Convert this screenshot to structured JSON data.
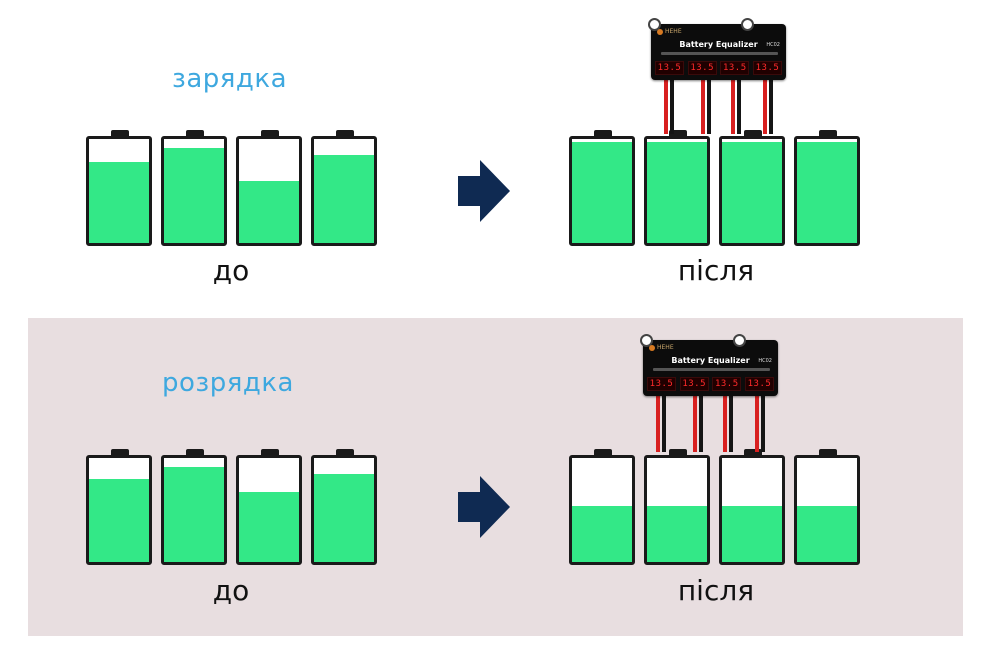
{
  "colors": {
    "title": "#3ea8df",
    "battery_fill": "#33e887",
    "battery_outline": "#1a1a1a",
    "arrow": "#0f2a52",
    "bottom_panel_bg": "#e8dee0",
    "display_digits": "#ff2a2a"
  },
  "charge": {
    "title": "зарядка",
    "before_label": "до",
    "after_label": "після",
    "before_fill_levels": [
      0.78,
      0.91,
      0.6,
      0.85
    ],
    "after_fill_levels": [
      0.97,
      0.97,
      0.97,
      0.97
    ]
  },
  "discharge": {
    "title": "розрядка",
    "before_fill_levels": [
      0.8,
      0.91,
      0.67,
      0.85
    ],
    "after_fill_levels": [
      0.54,
      0.54,
      0.54,
      0.54
    ],
    "before_label": "до",
    "after_label": "після"
  },
  "equalizer": {
    "title": "Battery Equalizer",
    "model": "HC02",
    "brand": "HEHE",
    "displays": [
      "13.5",
      "13.5",
      "13.5",
      "13.5"
    ]
  },
  "icons": {
    "arrow": "right-arrow-icon"
  }
}
